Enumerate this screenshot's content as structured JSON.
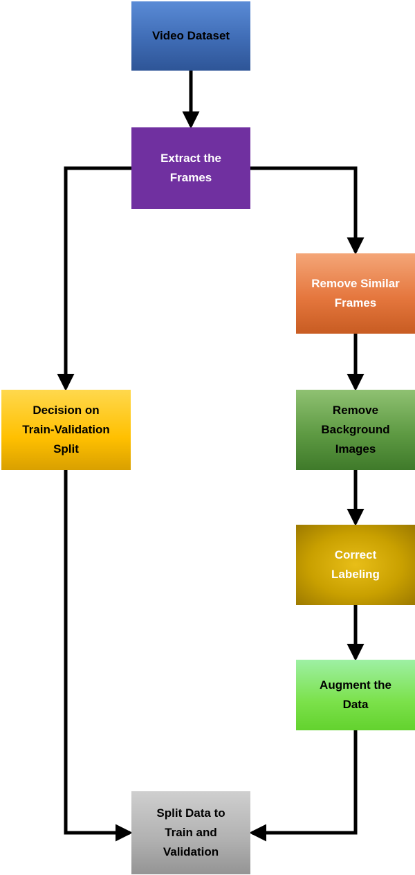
{
  "nodes": {
    "video_dataset": {
      "label": "Video Dataset",
      "color": "#3f6cb5"
    },
    "extract_frames": {
      "label": "Extract the\nFrames",
      "color": "#7030a0"
    },
    "remove_similar": {
      "label": "Remove Similar\nFrames",
      "color": "#e5773e"
    },
    "decision_split": {
      "label": "Decision on\nTrain-Validation\nSplit",
      "color": "#ffc000"
    },
    "remove_background": {
      "label": "Remove\nBackground\nImages",
      "color": "#5e9a43"
    },
    "correct_labeling": {
      "label": "Correct\nLabeling",
      "color": "#c9a000"
    },
    "augment_data": {
      "label": "Augment the\nData",
      "color": "#7be14a"
    },
    "split_data": {
      "label": "Split Data to\nTrain and\nValidation",
      "color": "#b0b0b0"
    }
  }
}
